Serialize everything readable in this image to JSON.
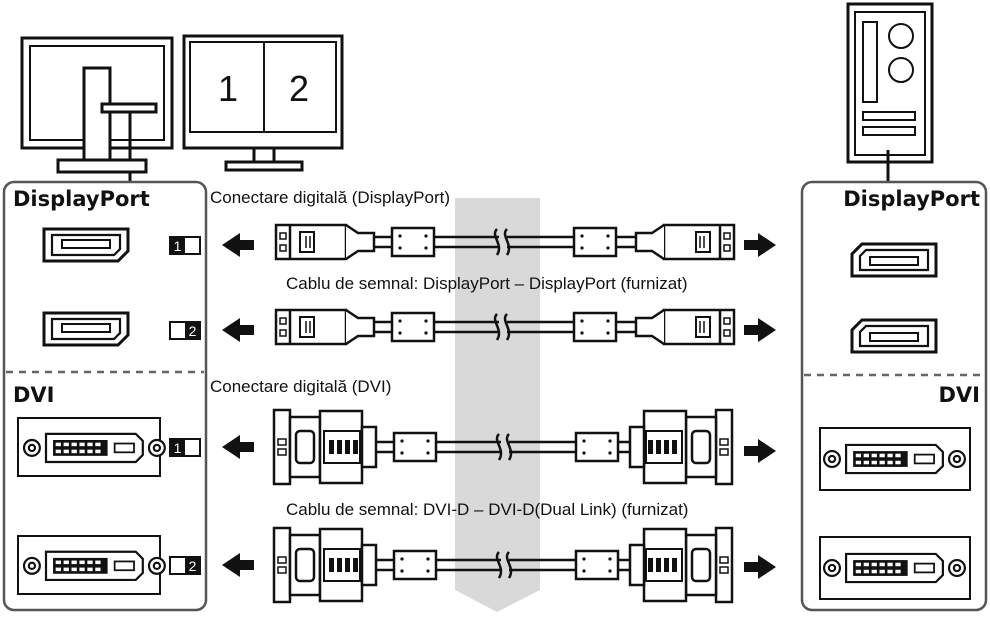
{
  "monitor_screen_numbers": [
    "1",
    "2"
  ],
  "monitor_panel": {
    "displayport_heading": "DisplayPort",
    "dvi_heading": "DVI",
    "port_indicators": [
      "1",
      "2",
      "1",
      "2"
    ]
  },
  "pc_panel": {
    "displayport_heading": "DisplayPort",
    "dvi_heading": "DVI"
  },
  "displayport_connection": {
    "title": "Conectare digitală (DisplayPort)",
    "cable_caption": "Cablu de semnal: DisplayPort – DisplayPort (furnizat)"
  },
  "dvi_connection": {
    "title": "Conectare digitală (DVI)",
    "cable_caption": "Cablu de semnal: DVI-D – DVI-D(Dual Link) (furnizat)"
  },
  "colors": {
    "line": "#111111",
    "panel_border": "#555555",
    "band": "#d9d9d9"
  }
}
